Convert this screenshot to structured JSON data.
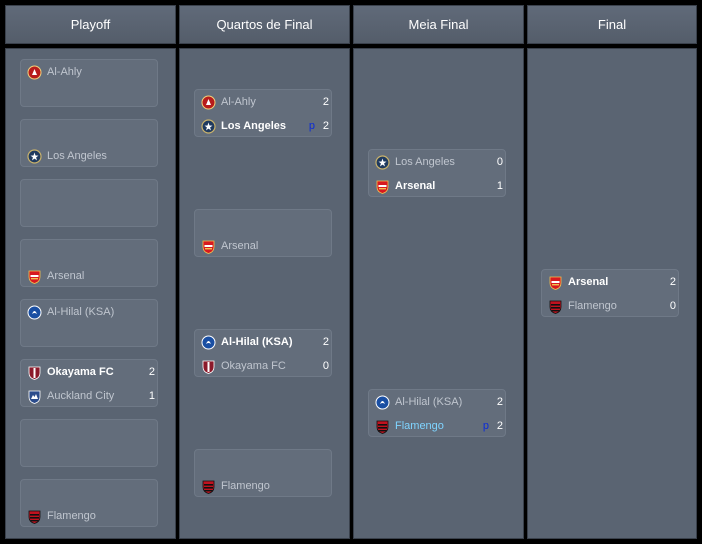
{
  "headers": [
    "Playoff",
    "Quartos de Final",
    "Meia Final",
    "Final"
  ],
  "rounds": {
    "playoff": [
      {
        "top": {
          "team": "Al-Ahly",
          "crest": "al-ahly-crest"
        }
      },
      {
        "bottom": {
          "team": "Los Angeles",
          "crest": "los-angeles-crest"
        }
      },
      {},
      {
        "bottom": {
          "team": "Arsenal",
          "crest": "arsenal-crest"
        }
      },
      {
        "top": {
          "team": "Al-Hilal (KSA)",
          "crest": "al-hilal-crest"
        }
      },
      {
        "top": {
          "team": "Okayama FC",
          "crest": "okayama-crest",
          "score": "2",
          "winner": true
        },
        "bottom": {
          "team": "Auckland City",
          "crest": "auckland-city-crest",
          "score": "1"
        }
      },
      {},
      {
        "bottom": {
          "team": "Flamengo",
          "crest": "flamengo-crest"
        }
      }
    ],
    "quarterfinals": [
      {
        "top": {
          "team": "Al-Ahly",
          "crest": "al-ahly-crest",
          "score": "2"
        },
        "bottom": {
          "team": "Los Angeles",
          "crest": "los-angeles-crest",
          "score": "2",
          "penalty_marker": "p",
          "winner": true
        }
      },
      {
        "bottom": {
          "team": "Arsenal",
          "crest": "arsenal-crest"
        }
      },
      {
        "top": {
          "team": "Al-Hilal (KSA)",
          "crest": "al-hilal-crest",
          "score": "2",
          "winner": true
        },
        "bottom": {
          "team": "Okayama FC",
          "crest": "okayama-crest",
          "score": "0"
        }
      },
      {
        "bottom": {
          "team": "Flamengo",
          "crest": "flamengo-crest"
        }
      }
    ],
    "semifinals": [
      {
        "top": {
          "team": "Los Angeles",
          "crest": "los-angeles-crest",
          "score": "0"
        },
        "bottom": {
          "team": "Arsenal",
          "crest": "arsenal-crest",
          "score": "1",
          "winner": true
        }
      },
      {
        "top": {
          "team": "Al-Hilal (KSA)",
          "crest": "al-hilal-crest",
          "score": "2"
        },
        "bottom": {
          "team": "Flamengo",
          "crest": "flamengo-crest",
          "score": "2",
          "penalty_marker": "p",
          "highlight": true
        }
      }
    ],
    "final": [
      {
        "top": {
          "team": "Arsenal",
          "crest": "arsenal-crest",
          "score": "2",
          "winner": true
        },
        "bottom": {
          "team": "Flamengo",
          "crest": "flamengo-crest",
          "score": "0"
        }
      }
    ]
  },
  "colors": {
    "background": "#000000",
    "header": "#5a6472",
    "column": "#5a6472",
    "match_box": "#636d7b",
    "winner_text": "#ffffff",
    "loser_text": "#c0c6cf",
    "highlight_text": "#7fd4ff",
    "penalty_marker": "#0b2bd8"
  }
}
